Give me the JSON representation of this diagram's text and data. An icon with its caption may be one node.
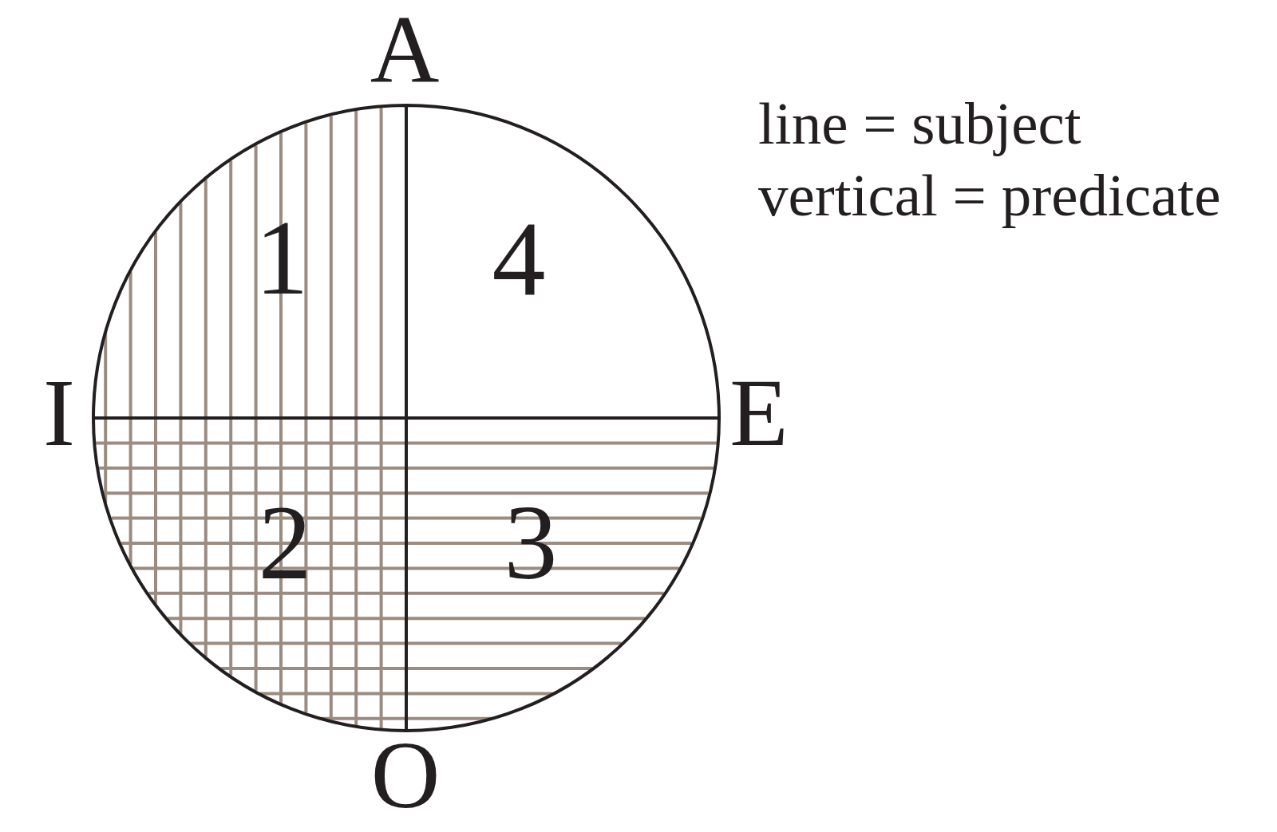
{
  "diagram": {
    "nodes": [
      {
        "text": [
          "1"
        ]
      },
      {
        "text": [
          "4"
        ]
      },
      {
        "text": [
          "2"
        ]
      },
      {
        "text": [
          "3"
        ]
      }
    ],
    "labels": [
      "A",
      "line = subject",
      "vertical = predicate",
      "I",
      "E",
      "O"
    ]
  }
}
